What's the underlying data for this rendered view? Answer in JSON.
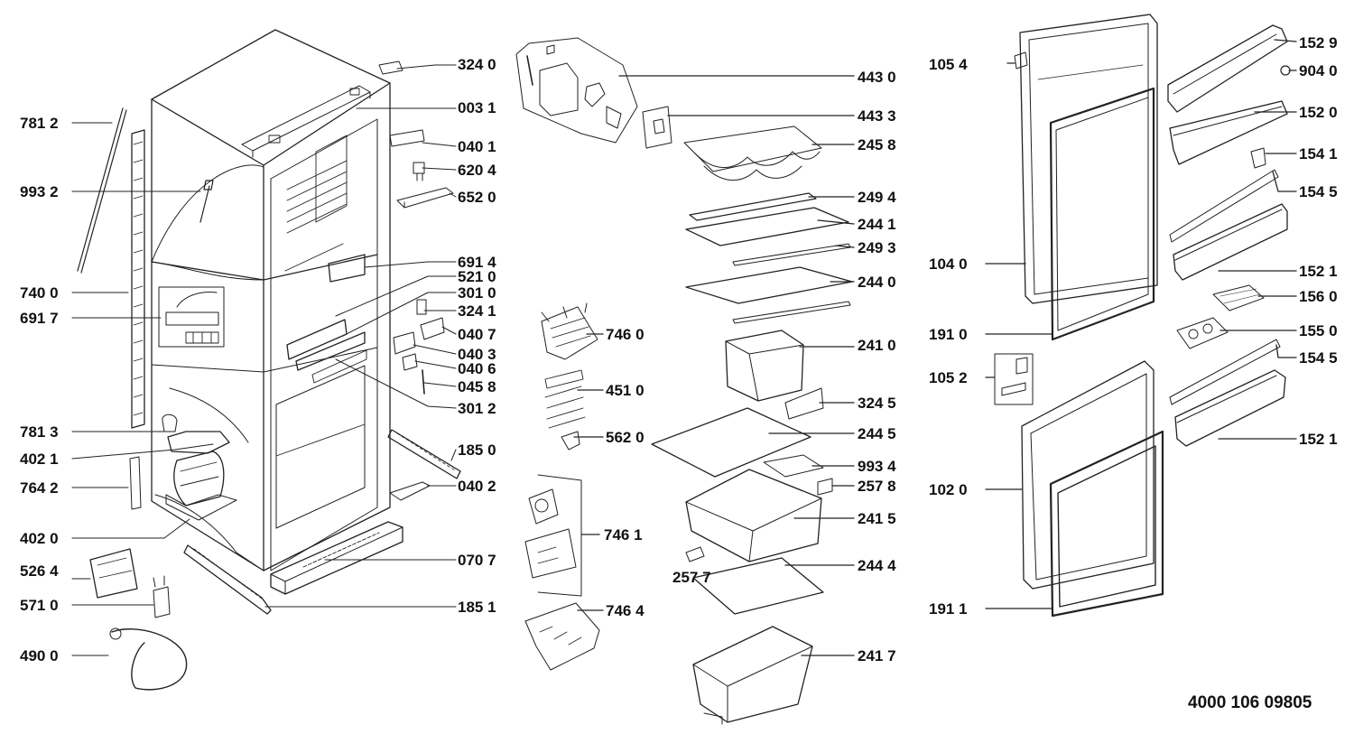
{
  "labels": {
    "l3240": "324 0",
    "l4430": "443 0",
    "l1054": "105 4",
    "l1529": "152 9",
    "l7812": "781 2",
    "l0031": "003 1",
    "l4433": "443 3",
    "l9040": "904 0",
    "l0401": "040 1",
    "l2458": "245 8",
    "l1520": "152 0",
    "l9932": "993 2",
    "l6204": "620 4",
    "l1541": "154 1",
    "l6520": "652 0",
    "l2494": "249 4",
    "l1545a": "154 5",
    "l2441": "244 1",
    "l2493": "249 3",
    "l6914": "691 4",
    "l1040": "104 0",
    "l5210": "521 0",
    "l2440": "244 0",
    "l7400": "740 0",
    "l3010": "301 0",
    "l1521a": "152 1",
    "l6917": "691 7",
    "l3241": "324 1",
    "l1560": "156 0",
    "l7460": "746 0",
    "l0407": "040 7",
    "l1910": "191 0",
    "l1550": "155 0",
    "l2410": "241 0",
    "l0403": "040 3",
    "l1545b": "154 5",
    "l0406": "040 6",
    "l1052": "105 2",
    "l4510": "451 0",
    "l0458": "045 8",
    "l3245": "324 5",
    "l3012": "301 2",
    "l7813": "781 3",
    "l2445": "244 5",
    "l5620": "562 0",
    "l1521b": "152 1",
    "l4021": "402 1",
    "l1850": "185 0",
    "l9934": "993 4",
    "l7642": "764 2",
    "l0402": "040 2",
    "l2578": "257 8",
    "l1020": "102 0",
    "l2415": "241 5",
    "l4020": "402 0",
    "l7461": "746 1",
    "l5264": "526 4",
    "l2577": "257 7",
    "l0707": "070 7",
    "l2444": "244 4",
    "l5710": "571 0",
    "l7464": "746 4",
    "l1851": "185 1",
    "l1911": "191 1",
    "l4900": "490 0",
    "l2417": "241 7"
  },
  "drawing_code": "4000 106 09805"
}
